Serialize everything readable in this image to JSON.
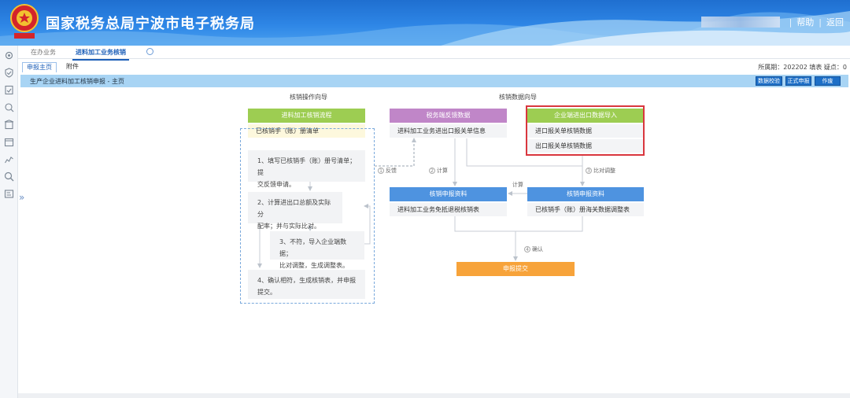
{
  "header": {
    "title": "国家税务总局宁波市电子税务局",
    "links": [
      "帮助",
      "返回"
    ],
    "icons": [
      "emblem-icon"
    ]
  },
  "tabs": [
    {
      "label": "在办业务",
      "active": false
    },
    {
      "label": "进料加工业务核销",
      "active": true
    }
  ],
  "subtabs": [
    {
      "label": "申报主页",
      "active": true
    },
    {
      "label": "附件",
      "active": false
    }
  ],
  "period": "所属期：202202   填表   疑点：0",
  "bar": {
    "title": "生产企业进料加工核销申报 - 主页",
    "buttons": [
      "数据校验",
      "正式申报",
      "作废"
    ]
  },
  "sections": {
    "left": "核销操作向导",
    "right": "核销数据向导"
  },
  "process": {
    "header": "进料加工核销流程",
    "first": "已核销手（账）册清单",
    "steps": [
      [
        "1、填写已核销手（账）册号清单；提",
        "交反馈申请。"
      ],
      [
        "2、计算进出口总额及实际分",
        "配率；并与实际比对。"
      ],
      [
        "3、不符，导入企业端数据；",
        "比对调整，生成调整表。"
      ],
      [
        "4、确认相符，生成核销表，并申报",
        "提交。"
      ]
    ]
  },
  "tax_feedback": {
    "header": "税务端反馈数据",
    "item": "进料加工业务进出口报关单信息"
  },
  "enterprise_import": {
    "header": "企业端进出口数据导入",
    "items": [
      "进口报关单核销数据",
      "出口报关单核销数据"
    ]
  },
  "report_left": {
    "header": "核销申报资料",
    "item": "进料加工业务免抵退税核销表"
  },
  "report_right": {
    "header": "核销申报资料",
    "item": "已核销手（账）册海关数据调整表"
  },
  "flows": {
    "feedback": "反馈",
    "calc1": "计算",
    "compare": "比对调整",
    "calc2": "计算",
    "confirm": "确认",
    "n1": "1",
    "n2": "2",
    "n3": "3",
    "n4": "4"
  },
  "submit": "申报提交",
  "colors": {
    "green": "#9dcd52",
    "purple": "#c086c8",
    "blue": "#4e93e0",
    "orange": "#f7a33a",
    "highlight": "#d9363e"
  }
}
